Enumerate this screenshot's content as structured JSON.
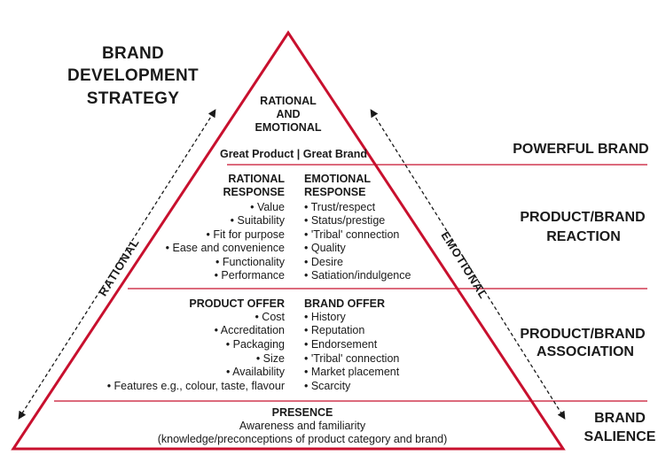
{
  "title": [
    "BRAND",
    "DEVELOPMENT",
    "STRATEGY"
  ],
  "apex": [
    "RATIONAL",
    "AND",
    "EMOTIONAL"
  ],
  "great_line": "Great Product | Great Brand",
  "rational_response": {
    "heading": [
      "RATIONAL",
      "RESPONSE"
    ],
    "items": [
      "• Value",
      "• Suitability",
      "• Fit for purpose",
      "• Ease and convenience",
      "• Functionality",
      "• Performance"
    ]
  },
  "emotional_response": {
    "heading": [
      "EMOTIONAL",
      "RESPONSE"
    ],
    "items": [
      "• Trust/respect",
      "• Status/prestige",
      "• 'Tribal' connection",
      "• Quality",
      "• Desire",
      "• Satiation/indulgence"
    ]
  },
  "product_offer": {
    "heading": "PRODUCT OFFER",
    "items": [
      "• Cost",
      "• Accreditation",
      "• Packaging",
      "• Size",
      "• Availability",
      "• Features e.g., colour, taste, flavour"
    ]
  },
  "brand_offer": {
    "heading": "BRAND OFFER",
    "items": [
      "• History",
      "• Reputation",
      "• Endorsement",
      "• 'Tribal' connection",
      "• Market placement",
      "• Scarcity"
    ]
  },
  "presence": {
    "heading": "PRESENCE",
    "line1": "Awareness and familiarity",
    "line2": "(knowledge/preconceptions of product category and brand)"
  },
  "levels": {
    "powerful": "POWERFUL BRAND",
    "reaction": [
      "PRODUCT/BRAND",
      "REACTION"
    ],
    "association": [
      "PRODUCT/BRAND",
      "ASSOCIATION"
    ],
    "salience": [
      "BRAND",
      "SALIENCE"
    ]
  },
  "axis": {
    "left": "RATIONAL",
    "right": "EMOTIONAL"
  },
  "colors": {
    "accent": "#c8102e",
    "text": "#1a1a1a"
  }
}
